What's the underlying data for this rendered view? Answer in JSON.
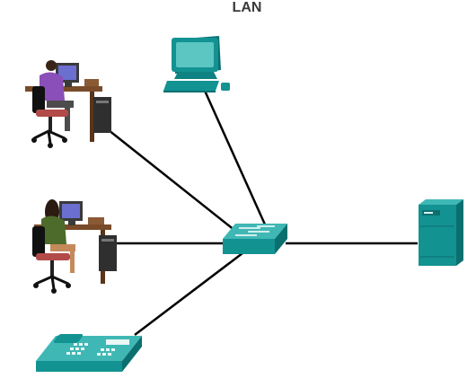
{
  "title": "LAN",
  "nodes": [
    {
      "id": "user-pc-1",
      "type": "person-at-workstation",
      "person": "man-purple-shirt"
    },
    {
      "id": "user-pc-2",
      "type": "person-at-workstation",
      "person": "woman-green-top"
    },
    {
      "id": "desktop-pc",
      "type": "pc"
    },
    {
      "id": "switch",
      "type": "switch"
    },
    {
      "id": "server",
      "type": "server"
    },
    {
      "id": "ip-phone",
      "type": "ip-phone"
    }
  ],
  "links": [
    {
      "from": "user-pc-1",
      "to": "switch"
    },
    {
      "from": "desktop-pc",
      "to": "switch"
    },
    {
      "from": "user-pc-2",
      "to": "switch"
    },
    {
      "from": "switch",
      "to": "server"
    },
    {
      "from": "ip-phone",
      "to": "switch"
    }
  ],
  "colors": {
    "device": "#139292",
    "device_dark": "#0b6f6f",
    "device_light": "#3fb8b5",
    "link": "#000000"
  }
}
